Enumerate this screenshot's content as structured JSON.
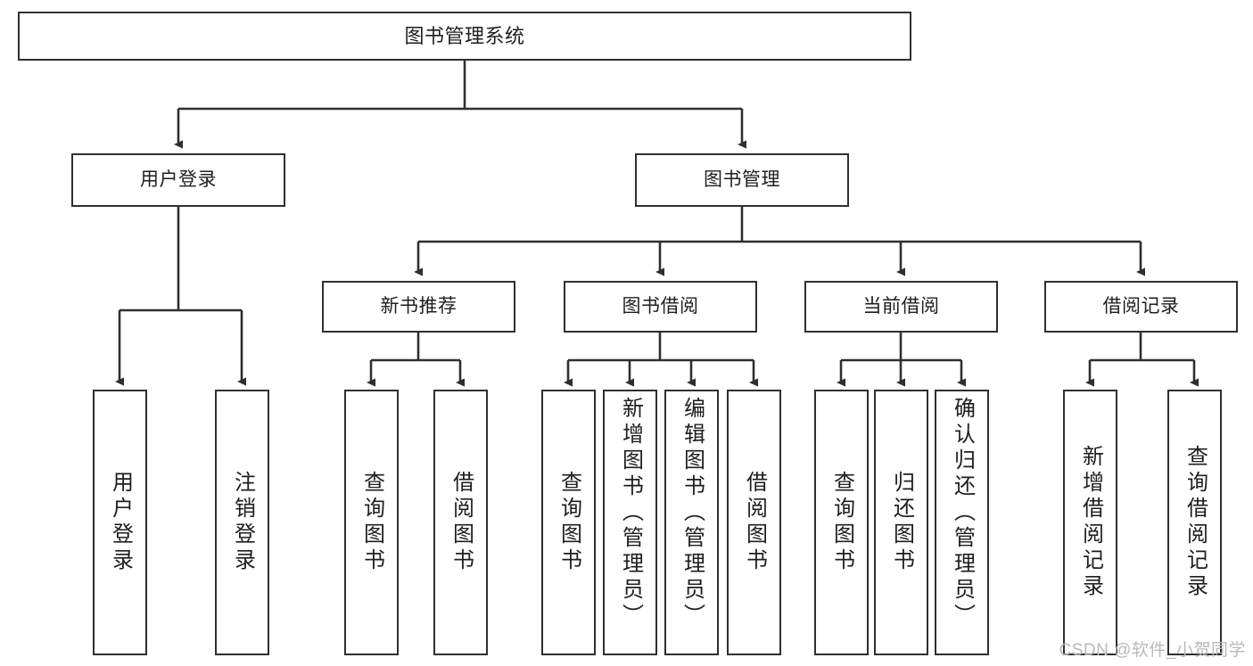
{
  "diagram": {
    "title": "图书管理系统",
    "type": "hierarchy-tree",
    "stroke_color": "#2f2f2f",
    "fill_color": "#ffffff",
    "text_color": "#1e1e1e",
    "background_color": "#ffffff",
    "levels": 4
  },
  "watermark": {
    "text": "CSDN @软件_小贺同学",
    "color": "#b9b9b9"
  },
  "nodes": {
    "root": {
      "label": "图书管理系统"
    },
    "level1": [
      {
        "id": "user-login",
        "label": "用户登录"
      },
      {
        "id": "book-management",
        "label": "图书管理"
      }
    ],
    "level2": [
      {
        "id": "new-book-recommend",
        "label": "新书推荐"
      },
      {
        "id": "book-borrow",
        "label": "图书借阅"
      },
      {
        "id": "current-borrow",
        "label": "当前借阅"
      },
      {
        "id": "borrow-record",
        "label": "借阅记录"
      }
    ],
    "leaves": {
      "user_login": [
        {
          "id": "leaf-user-login",
          "label": "用户登录",
          "align": "middle"
        },
        {
          "id": "leaf-logout",
          "label": "注销登录",
          "align": "middle"
        }
      ],
      "new_book_recommend": [
        {
          "id": "leaf-query-book-1",
          "label": "查询图书",
          "align": "middle"
        },
        {
          "id": "leaf-borrow-book-1",
          "label": "借阅图书",
          "align": "middle"
        }
      ],
      "book_borrow": [
        {
          "id": "leaf-query-book-2",
          "label": "查询图书",
          "align": "middle"
        },
        {
          "id": "leaf-add-book",
          "label": "新增图书（管理员）",
          "align": "top"
        },
        {
          "id": "leaf-edit-book",
          "label": "编辑图书（管理员）",
          "align": "top"
        },
        {
          "id": "leaf-borrow-book-2",
          "label": "借阅图书",
          "align": "middle"
        }
      ],
      "current_borrow": [
        {
          "id": "leaf-query-book-3",
          "label": "查询图书",
          "align": "middle"
        },
        {
          "id": "leaf-return-book",
          "label": "归还图书",
          "align": "middle"
        },
        {
          "id": "leaf-confirm-return",
          "label": "确认归还（管理员）",
          "align": "top"
        }
      ],
      "borrow_record": [
        {
          "id": "leaf-add-record",
          "label": "新增借阅记录",
          "align": "middle"
        },
        {
          "id": "leaf-query-record",
          "label": "查询借阅记录",
          "align": "middle"
        }
      ]
    }
  }
}
